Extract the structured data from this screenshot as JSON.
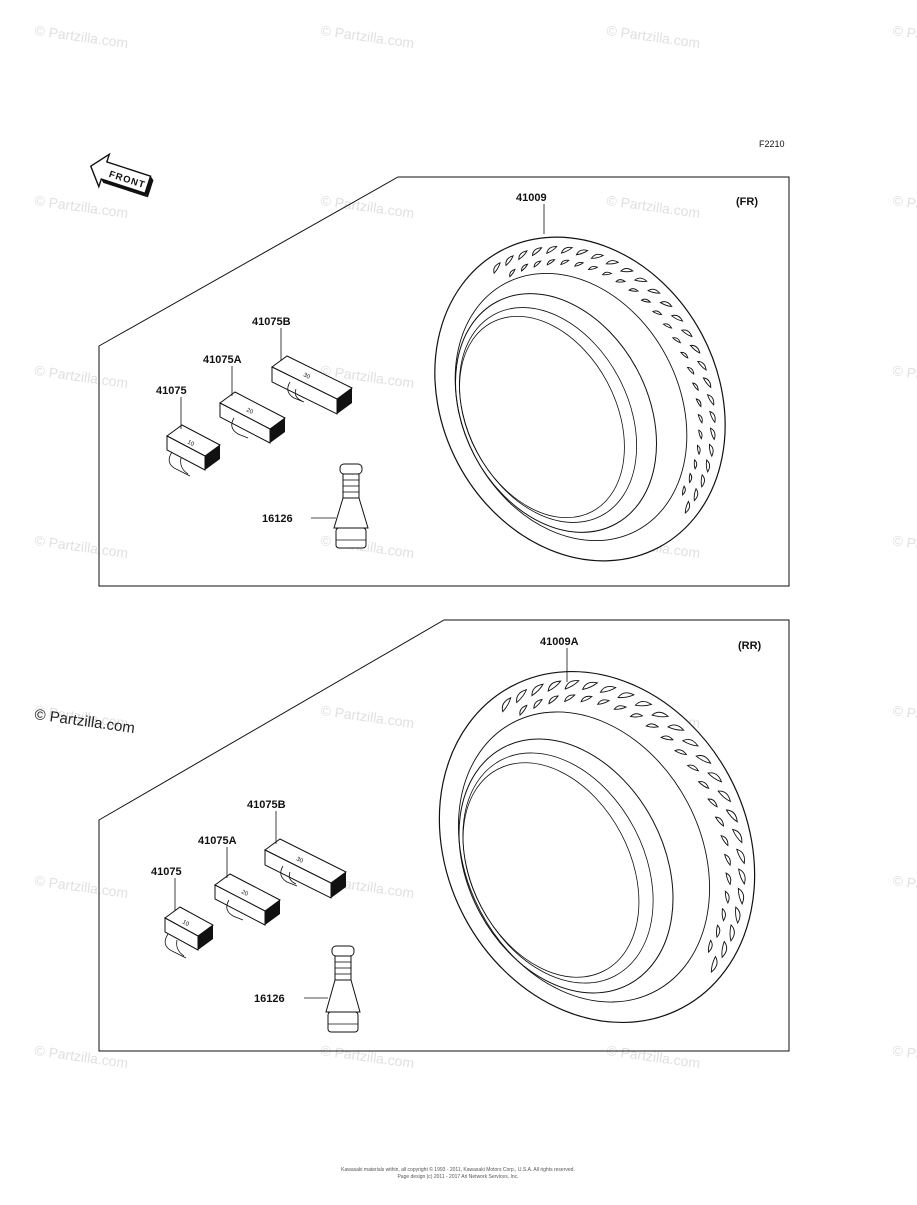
{
  "diagram_code": "F2210",
  "front_arrow_label": "FRONT",
  "watermark_text": "© Partzilla.com",
  "front_panel": {
    "position_label": "(FR)",
    "parts": {
      "tire": "41009",
      "weight_b": "41075B",
      "weight_a": "41075A",
      "weight": "41075",
      "valve": "16126"
    },
    "weight_marks": {
      "weight_b": "30",
      "weight_a": "20",
      "weight": "10"
    }
  },
  "rear_panel": {
    "position_label": "(RR)",
    "parts": {
      "tire": "41009A",
      "weight_b": "41075B",
      "weight_a": "41075A",
      "weight": "41075",
      "valve": "16126"
    },
    "weight_marks": {
      "weight_b": "30",
      "weight_a": "20",
      "weight": "10"
    }
  },
  "footer": {
    "line1": "Kawasaki materials within, all copyright © 1993 - 2011, Kawasaki Motors Corp., U.S.A.  All rights reserved.",
    "line2": "Page design (c) 2011 - 2017 Ari Network Services, Inc."
  },
  "colors": {
    "line": "#111111",
    "watermark": "#e0e0e0",
    "background": "#ffffff"
  }
}
